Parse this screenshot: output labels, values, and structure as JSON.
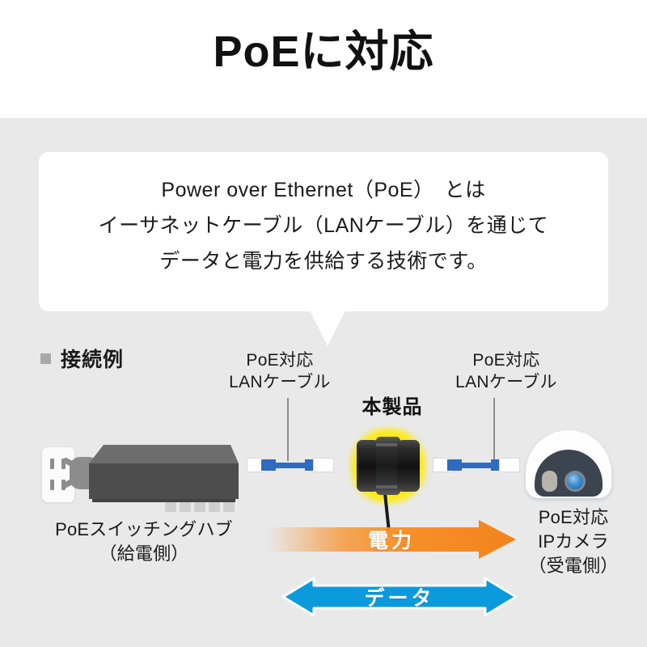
{
  "header": {
    "title": "PoEに対応"
  },
  "bubble": {
    "lines": [
      "Power over Ethernet（PoE）　とは",
      "イーサネットケーブル（LANケーブル）を通じて",
      "データと電力を供給する技術です。"
    ]
  },
  "section": {
    "bullet_icon": "square-bullet-icon",
    "label": "接続例",
    "bullet_color": "#a8a8a8"
  },
  "diagram": {
    "cable_label_left": [
      "PoE対応",
      "LANケーブル"
    ],
    "cable_label_right": [
      "PoE対応",
      "LANケーブル"
    ],
    "product_label": "本製品",
    "hub_label": [
      "PoEスイッチングハブ",
      "（給電側）"
    ],
    "camera_label": [
      "PoE対応",
      "IPカメラ",
      "（受電側）"
    ],
    "devices": {
      "outlet": "wall-outlet-icon",
      "plug": "power-plug-icon",
      "hub": "poe-switching-hub-icon",
      "product": "waterproof-connector-icon",
      "camera": "ip-dome-camera-icon",
      "cable": "lan-cable-icon"
    },
    "arrows": [
      {
        "id": "power",
        "label": "電力",
        "direction": "right",
        "color": "#f79029",
        "text_color": "#ffffff"
      },
      {
        "id": "data",
        "label": "データ",
        "direction": "both",
        "color": "#0b9bdd",
        "text_color": "#ffffff"
      }
    ]
  },
  "colors": {
    "page_background": "#ffffff",
    "panel_background": "#e9e9e9",
    "bubble_background": "#ffffff",
    "text": "#1a1a1a",
    "hub_body": "#4d4d4d",
    "cable_blue": "#2f6bbf",
    "product_glow": "#ffe800"
  }
}
